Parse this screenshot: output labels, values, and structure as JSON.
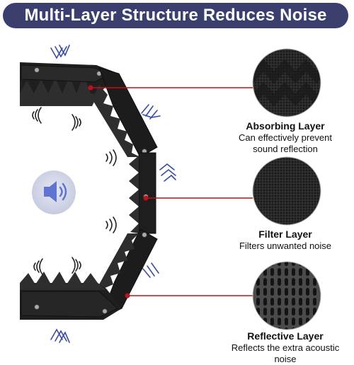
{
  "header": {
    "title": "Multi-Layer Structure Reduces Noise"
  },
  "layers": [
    {
      "name": "Absorbing Layer",
      "description_line1": "Can effectively prevent",
      "description_line2": "sound reflection"
    },
    {
      "name": "Filter Layer",
      "description_line1": "Filters unwanted noise"
    },
    {
      "name": "Reflective Layer",
      "description_line1": "Reflects the extra acoustic noise"
    }
  ],
  "icons": {
    "speaker": "speaker-icon",
    "sound_wave": "sound-wave-icon",
    "deflect_arrows": "deflect-arrows-icon"
  },
  "colors": {
    "title_bg": "#3a3f6e",
    "pointer_line": "#c0101c",
    "speaker_icon": "#5e74d0",
    "foam": "#2b2b2b"
  }
}
